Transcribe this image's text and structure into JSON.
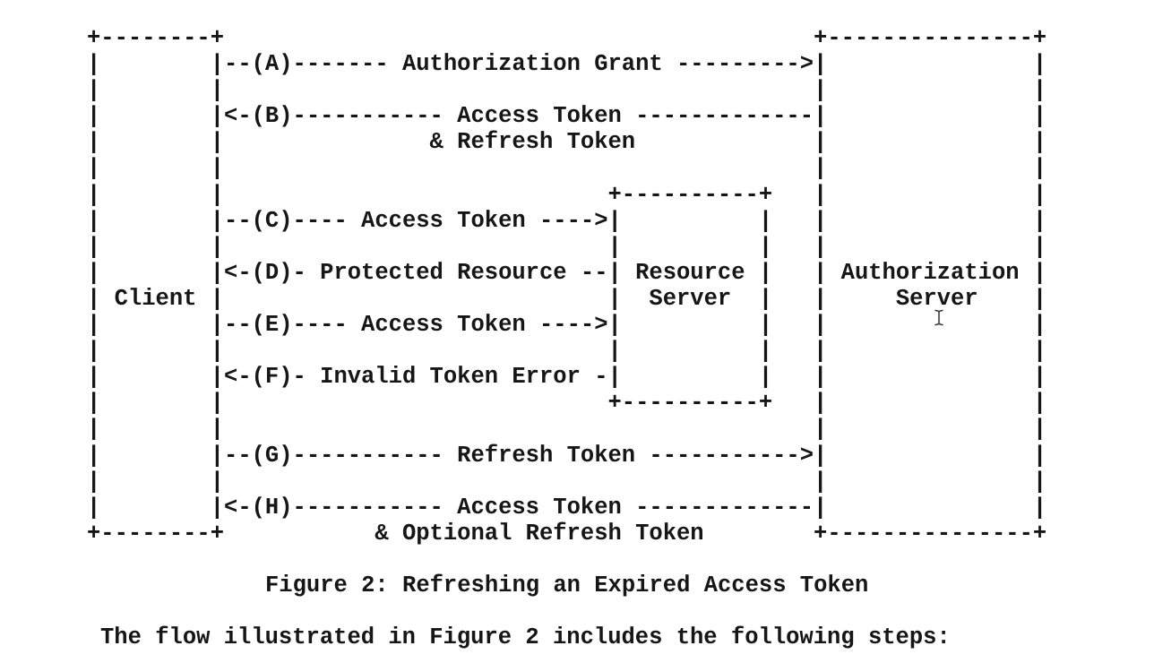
{
  "page": {
    "background_color": "#ffffff",
    "text_color": "#161616"
  },
  "figure": {
    "caption": "Figure 2: Refreshing an Expired Access Token",
    "lines": [
      "+--------+                                           +---------------+",
      "|        |--(A)------- Authorization Grant --------->|               |",
      "|        |                                           |               |",
      "|        |<-(B)----------- Access Token -------------|               |",
      "|        |               & Refresh Token             |               |",
      "|        |                                           |               |",
      "|        |                            +----------+   |               |",
      "|        |--(C)---- Access Token ---->|          |   |               |",
      "|        |                            |          |   |               |",
      "|        |<-(D)- Protected Resource --| Resource |   | Authorization |",
      "| Client |                            |  Server  |   |     Server    |",
      "|        |--(E)---- Access Token ---->|          |   |               |",
      "|        |                            |          |   |               |",
      "|        |<-(F)- Invalid Token Error -|          |   |               |",
      "|        |                            +----------+   |               |",
      "|        |                                           |               |",
      "|        |--(G)----------- Refresh Token ----------->|               |",
      "|        |                                           |               |",
      "|        |<-(H)----------- Access Token -------------|               |",
      "+--------+           & Optional Refresh Token        +---------------+"
    ],
    "entities": [
      "Client",
      "Resource Server",
      "Authorization Server"
    ],
    "steps": [
      {
        "label": "(A)",
        "from": "Client",
        "to": "Authorization Server",
        "message": "Authorization Grant"
      },
      {
        "label": "(B)",
        "from": "Authorization Server",
        "to": "Client",
        "message": "Access Token & Refresh Token"
      },
      {
        "label": "(C)",
        "from": "Client",
        "to": "Resource Server",
        "message": "Access Token"
      },
      {
        "label": "(D)",
        "from": "Resource Server",
        "to": "Client",
        "message": "Protected Resource"
      },
      {
        "label": "(E)",
        "from": "Client",
        "to": "Resource Server",
        "message": "Access Token"
      },
      {
        "label": "(F)",
        "from": "Resource Server",
        "to": "Client",
        "message": "Invalid Token Error"
      },
      {
        "label": "(G)",
        "from": "Client",
        "to": "Authorization Server",
        "message": "Refresh Token"
      },
      {
        "label": "(H)",
        "from": "Authorization Server",
        "to": "Client",
        "message": "Access Token & Optional Refresh Token"
      }
    ]
  },
  "body_text": "The flow illustrated in Figure 2 includes the following steps:",
  "cursor": {
    "type": "text-ibeam",
    "color": "#3d3d3d"
  }
}
